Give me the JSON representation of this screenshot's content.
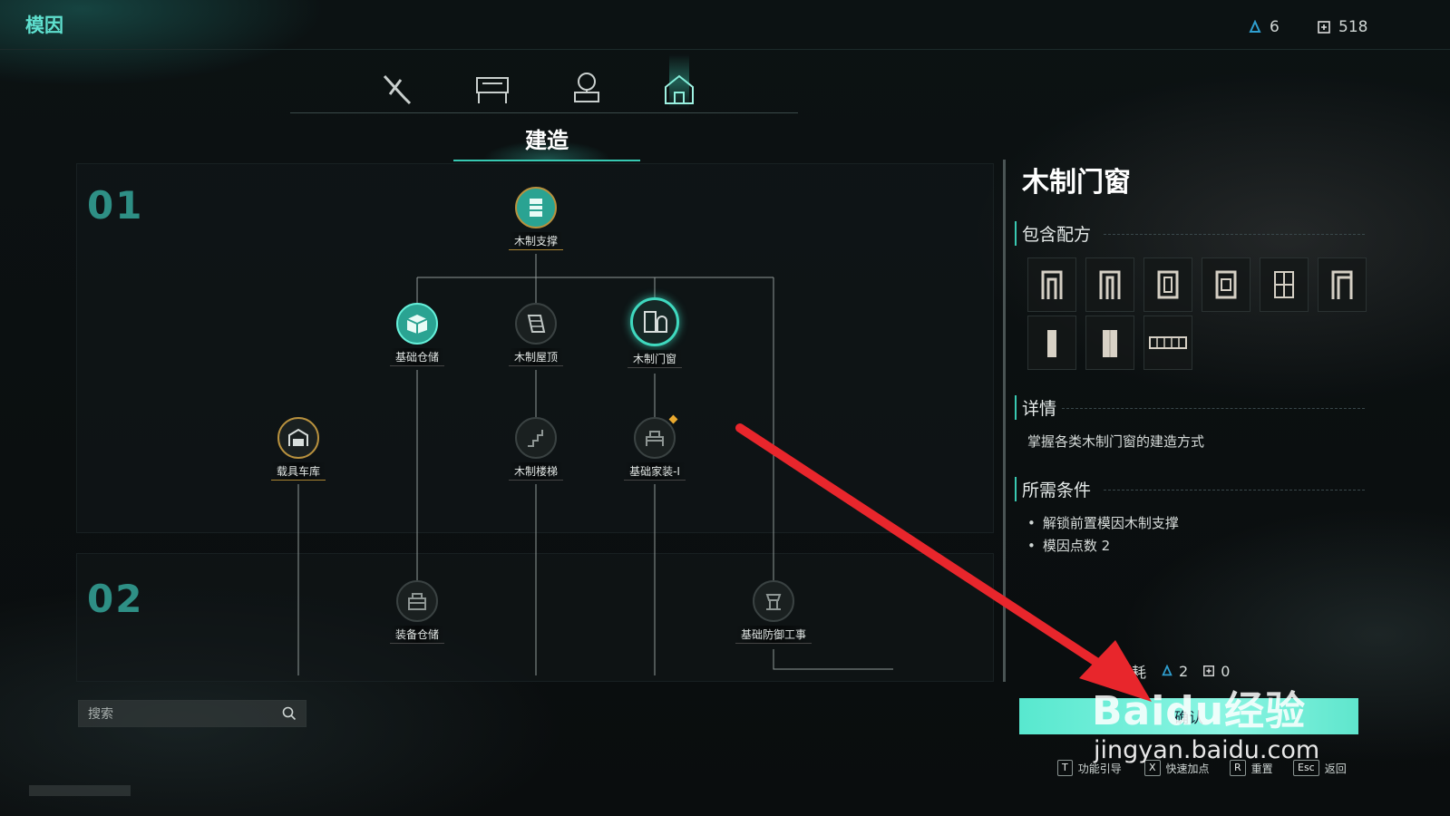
{
  "app_title": "模因",
  "currency": [
    {
      "icon": "meme-point-icon",
      "value": "6"
    },
    {
      "icon": "reset-token-icon",
      "value": "518"
    }
  ],
  "category_tabs": [
    {
      "icon": "weapon-icon",
      "active": false
    },
    {
      "icon": "workbench-icon",
      "active": false
    },
    {
      "icon": "planting-icon",
      "active": false
    },
    {
      "icon": "house-build-icon",
      "active": true
    }
  ],
  "section_title": "建造",
  "tiers": [
    "01",
    "02"
  ],
  "nodes": {
    "wood_support": "木制支撑",
    "basic_storage": "基础仓储",
    "wood_roof": "木制屋顶",
    "wood_door_window": "木制门窗",
    "vehicle_garage": "载具车库",
    "wood_stairs": "木制楼梯",
    "basic_furniture": "基础家装-I",
    "equipment_storage": "装备仓储",
    "basic_defense": "基础防御工事"
  },
  "search": {
    "placeholder": "搜索"
  },
  "detail": {
    "title": "木制门窗",
    "recipes_heading": "包含配方",
    "recipes": [
      "door-frame-icon",
      "door-frame-icon",
      "window-frame-icon",
      "window-frame-icon",
      "window-grid-icon",
      "door-frame-icon",
      "door-icon",
      "door-icon",
      "wall-window-icon"
    ],
    "details_heading": "详情",
    "details_text": "掌握各类木制门窗的建造方式",
    "requirements_heading": "所需条件",
    "requirements": [
      "解锁前置模因木制支撑",
      "模因点数 2"
    ]
  },
  "cost": {
    "label": "总消耗",
    "points": "2",
    "tokens": "0"
  },
  "confirm_label": "确认",
  "hints": [
    {
      "key": "T",
      "label": "功能引导"
    },
    {
      "key": "X",
      "label": "快速加点"
    },
    {
      "key": "R",
      "label": "重置"
    },
    {
      "key": "Esc",
      "label": "返回"
    }
  ],
  "watermark": {
    "text": "Baidu经验",
    "url": "jingyan.baidu.com"
  },
  "colors": {
    "accent": "#3fd9bf",
    "annotation_arrow": "#e8262c"
  }
}
